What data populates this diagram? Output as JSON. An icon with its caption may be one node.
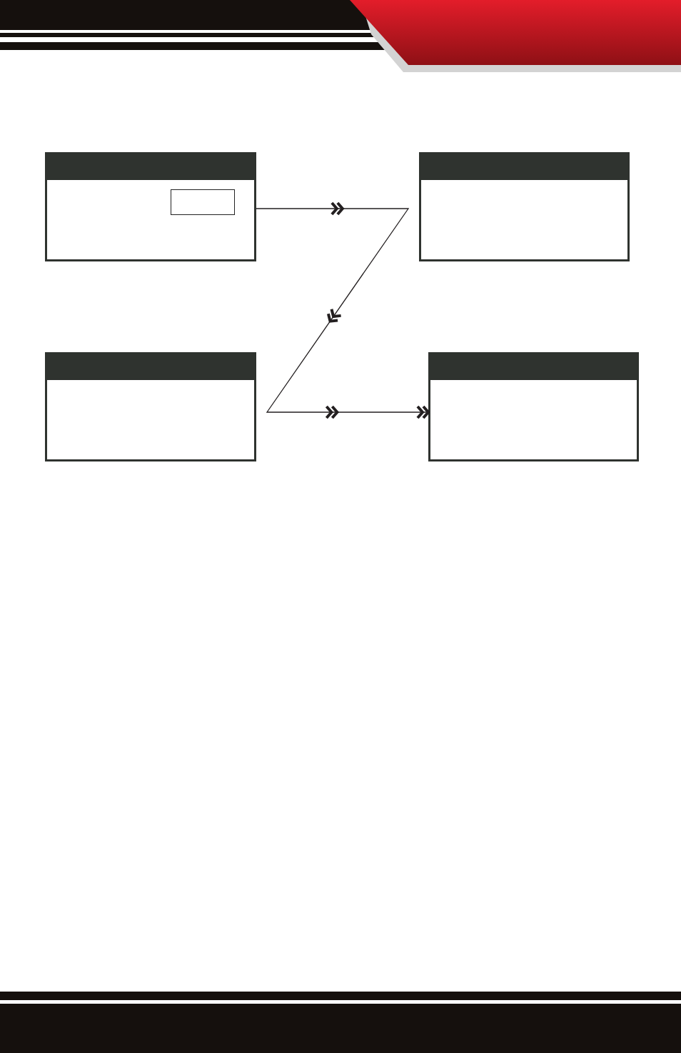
{
  "diagram": {
    "nodes": [
      {
        "text": [],
        "shape": "box"
      },
      {
        "text": [],
        "shape": "box",
        "in": 0
      },
      {
        "text": [],
        "shape": "box"
      },
      {
        "text": [],
        "shape": "box"
      },
      {
        "text": [],
        "shape": "box"
      }
    ],
    "edges": [
      {
        "from": 0,
        "to": 4,
        "arrow": "to"
      }
    ]
  }
}
